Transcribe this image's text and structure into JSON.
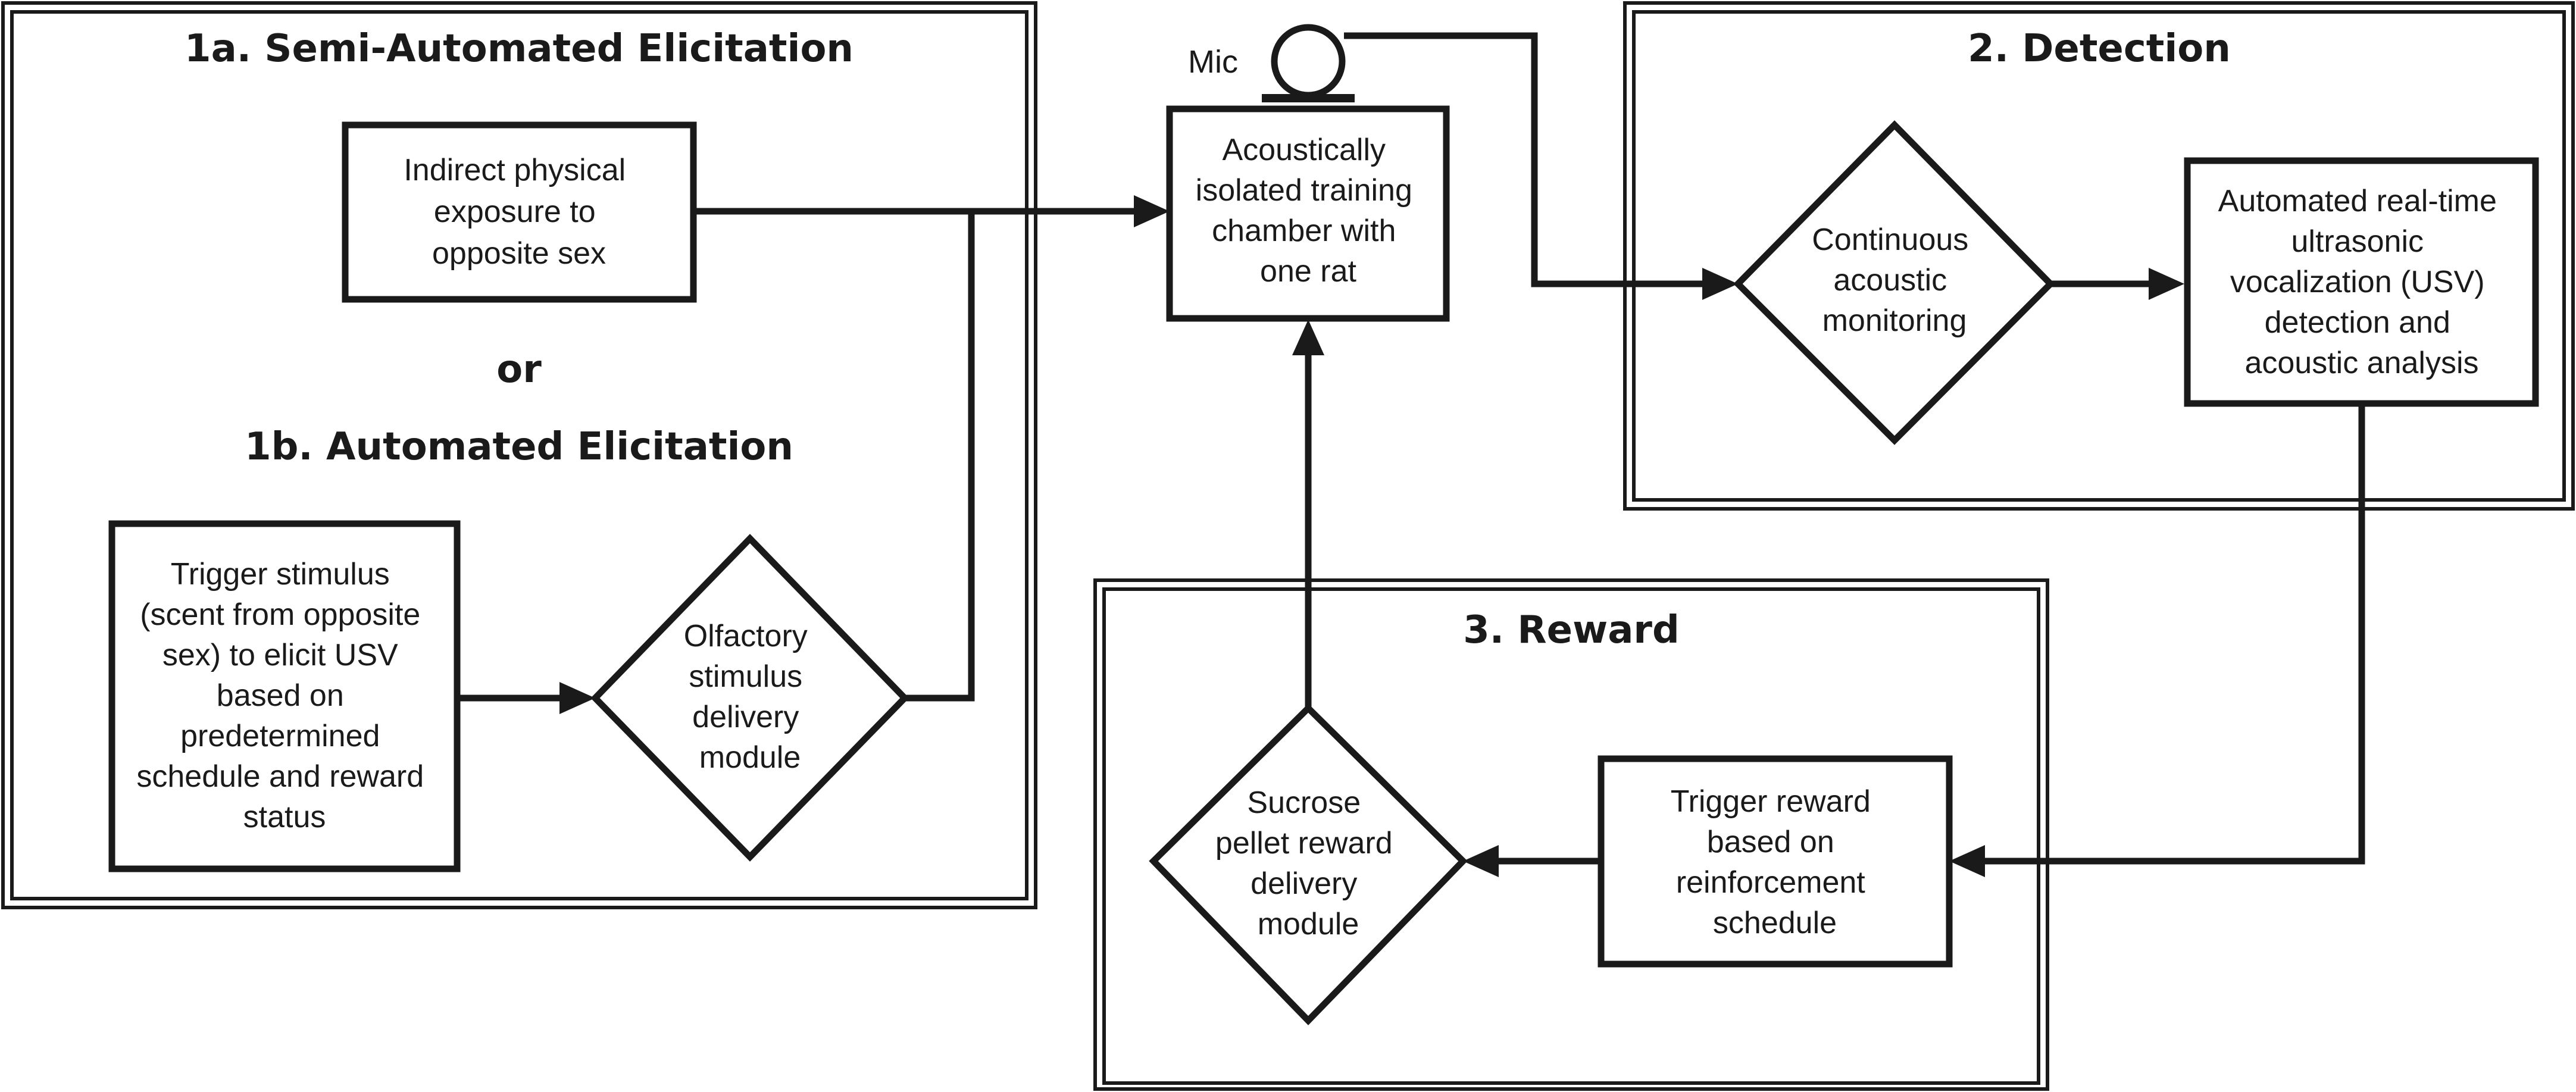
{
  "sections": {
    "semi_automated": "1a. Semi-Automated Elicitation",
    "or": "or",
    "automated": "1b. Automated Elicitation",
    "detection": "2. Detection",
    "reward": "3. Reward"
  },
  "mic_label": "Mic",
  "nodes": {
    "indirect_exposure": [
      "Indirect physical",
      "exposure to",
      "opposite sex"
    ],
    "trigger_stimulus": [
      "Trigger stimulus",
      "(scent from opposite",
      "sex) to elicit USV",
      "based on",
      "predetermined",
      "schedule and reward",
      "status"
    ],
    "olfactory_module": [
      "Olfactory",
      "stimulus",
      "delivery",
      "module"
    ],
    "training_chamber": [
      "Acoustically",
      "isolated training",
      "chamber with",
      "one rat"
    ],
    "continuous_monitoring": [
      "Continuous",
      "acoustic",
      "monitoring"
    ],
    "usv_detection": [
      "Automated real-time",
      "ultrasonic",
      "vocalization (USV)",
      "detection and",
      "acoustic analysis"
    ],
    "trigger_reward": [
      "Trigger reward",
      "based on",
      "reinforcement",
      "schedule"
    ],
    "sucrose_module": [
      "Sucrose",
      "pellet reward",
      "delivery",
      "module"
    ]
  }
}
